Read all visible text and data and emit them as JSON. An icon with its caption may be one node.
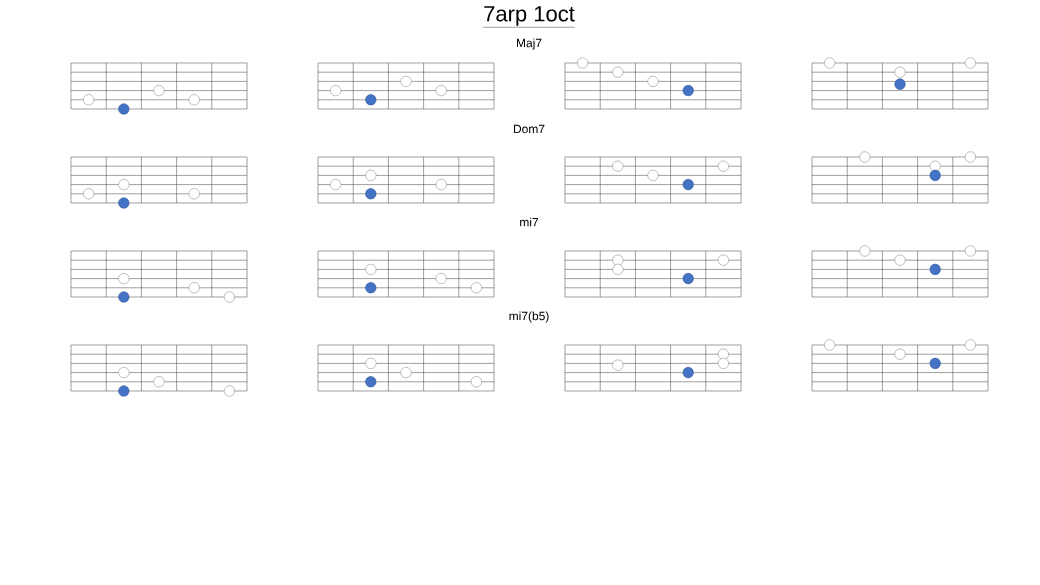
{
  "diagram": {
    "title": "7arp 1oct",
    "labels": [
      "Maj7",
      "Dom7",
      "mi7",
      "mi7(b5)"
    ]
  }
}
